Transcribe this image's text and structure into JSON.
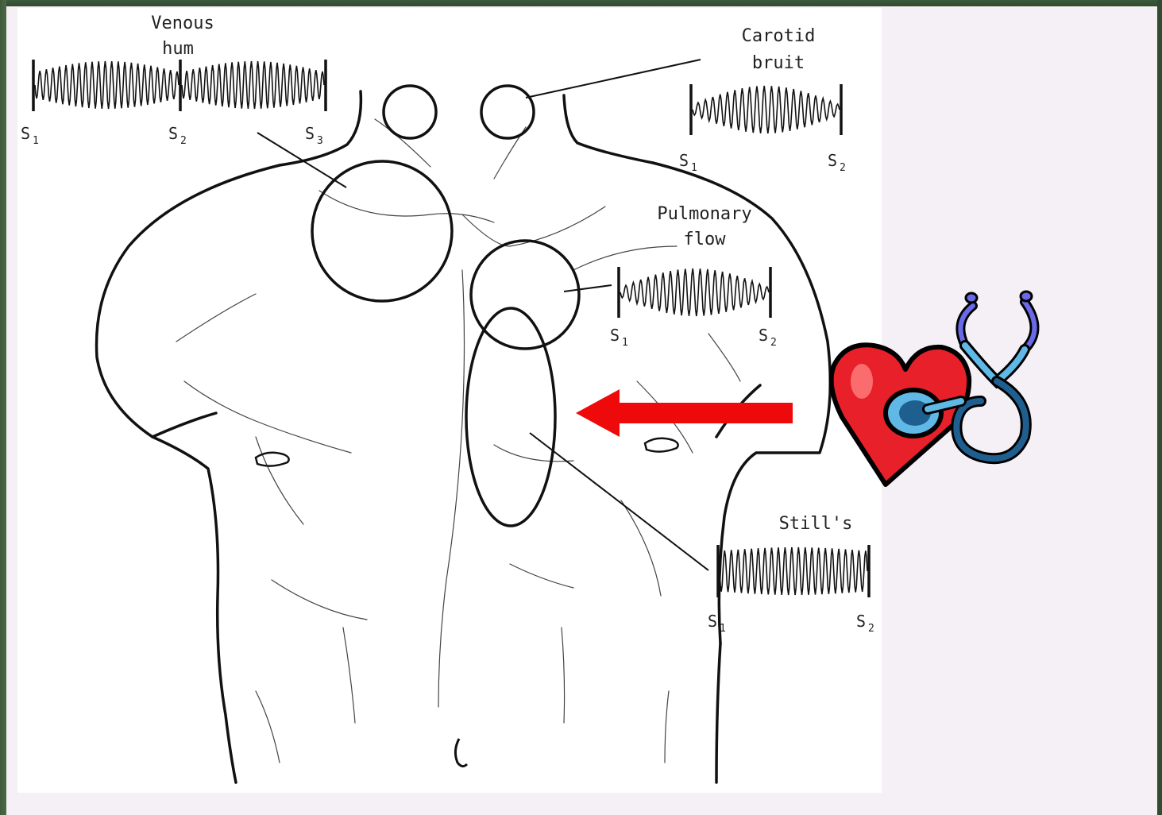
{
  "labels": {
    "venous_hum": [
      "Venous",
      "hum"
    ],
    "carotid_bruit": [
      "Carotid",
      "bruit"
    ],
    "pulmonary_flow": [
      "Pulmonary",
      "flow"
    ],
    "stills": "Still's"
  },
  "heart_sounds": {
    "s": "S",
    "one": "1",
    "two": "2",
    "three": "3"
  },
  "colors": {
    "arrow": "#ee0a0a",
    "heart": "#e8202a",
    "stethoscope": "#5fb8e6",
    "stethoscope_dark": "#1f5f8f"
  },
  "icons": [
    "heart-stethoscope-icon",
    "arrow-left-icon"
  ]
}
